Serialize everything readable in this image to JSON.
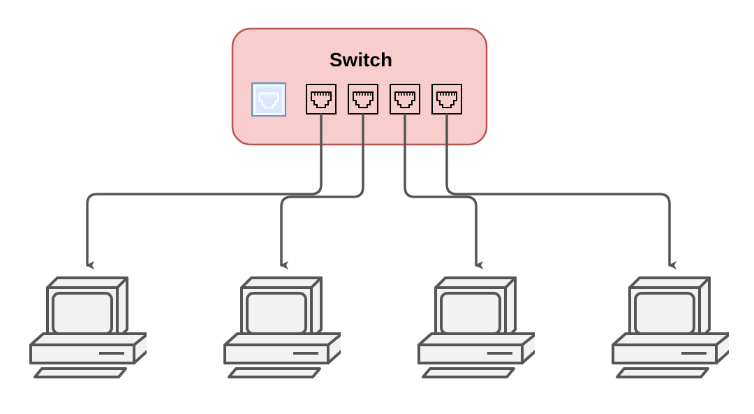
{
  "switch": {
    "title": "Switch",
    "fill_color": "#f8cecc",
    "border_color": "#b85450",
    "uplink_port_color": "#dae8fc",
    "uplink_port_border": "#6c8ebf"
  },
  "connection_color": "#555555",
  "computer_color": "#555555",
  "computer_fill": "#f2f2f2",
  "computers": [
    {
      "id": 1
    },
    {
      "id": 2
    },
    {
      "id": 3
    },
    {
      "id": 4
    }
  ]
}
